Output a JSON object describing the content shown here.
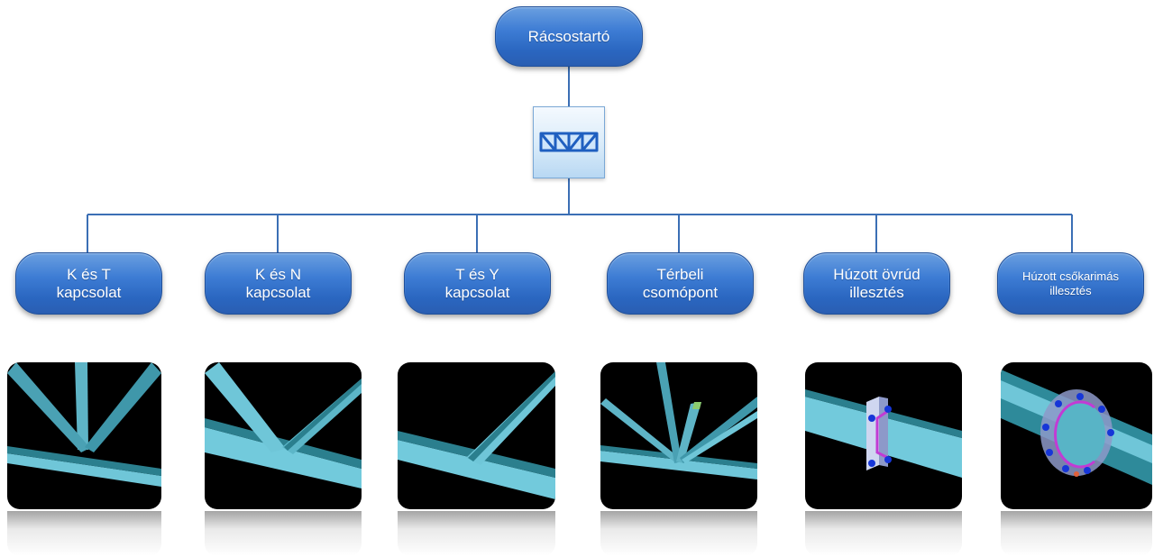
{
  "root": {
    "label": "Rácsostartó"
  },
  "root_icon": "truss-icon",
  "children": [
    {
      "label": "K és T\nkapcsolat",
      "image": "k-t-joint-render"
    },
    {
      "label": "K és N\nkapcsolat",
      "image": "k-n-joint-render"
    },
    {
      "label": "T és Y\nkapcsolat",
      "image": "t-y-joint-render"
    },
    {
      "label": "Térbeli\ncsomópont",
      "image": "spatial-joint-render"
    },
    {
      "label": "Húzott övrúd\nillesztés",
      "image": "tension-chord-splice-render"
    },
    {
      "label": "Húzott csőkarimás\nillesztés",
      "image": "flanged-tube-splice-render"
    }
  ],
  "colors": {
    "pill_fill": "#3d7cd4",
    "connector": "#3b6fb5",
    "member": "#6fc6d8",
    "member_dark": "#2b7f8e",
    "plate": "#9aa6d8",
    "bolt": "#1636d8",
    "weld": "#c23bd4"
  }
}
